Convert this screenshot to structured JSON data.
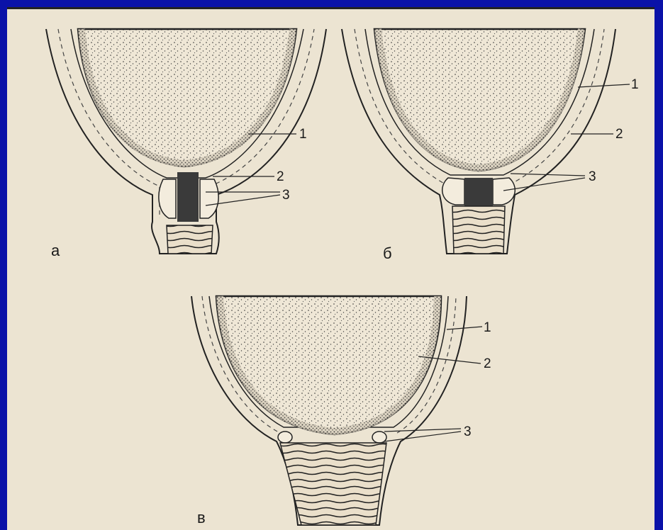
{
  "colors": {
    "background": "#0a12a8",
    "paper": "#ece4d2",
    "ink": "#1a1a1a"
  },
  "panels": [
    {
      "id": "a",
      "letter": "а",
      "labels": [
        "1",
        "2",
        "3"
      ]
    },
    {
      "id": "b",
      "letter": "б",
      "labels": [
        "1",
        "2",
        "3"
      ]
    },
    {
      "id": "c",
      "letter": "в",
      "labels": [
        "1",
        "2",
        "3"
      ]
    }
  ]
}
